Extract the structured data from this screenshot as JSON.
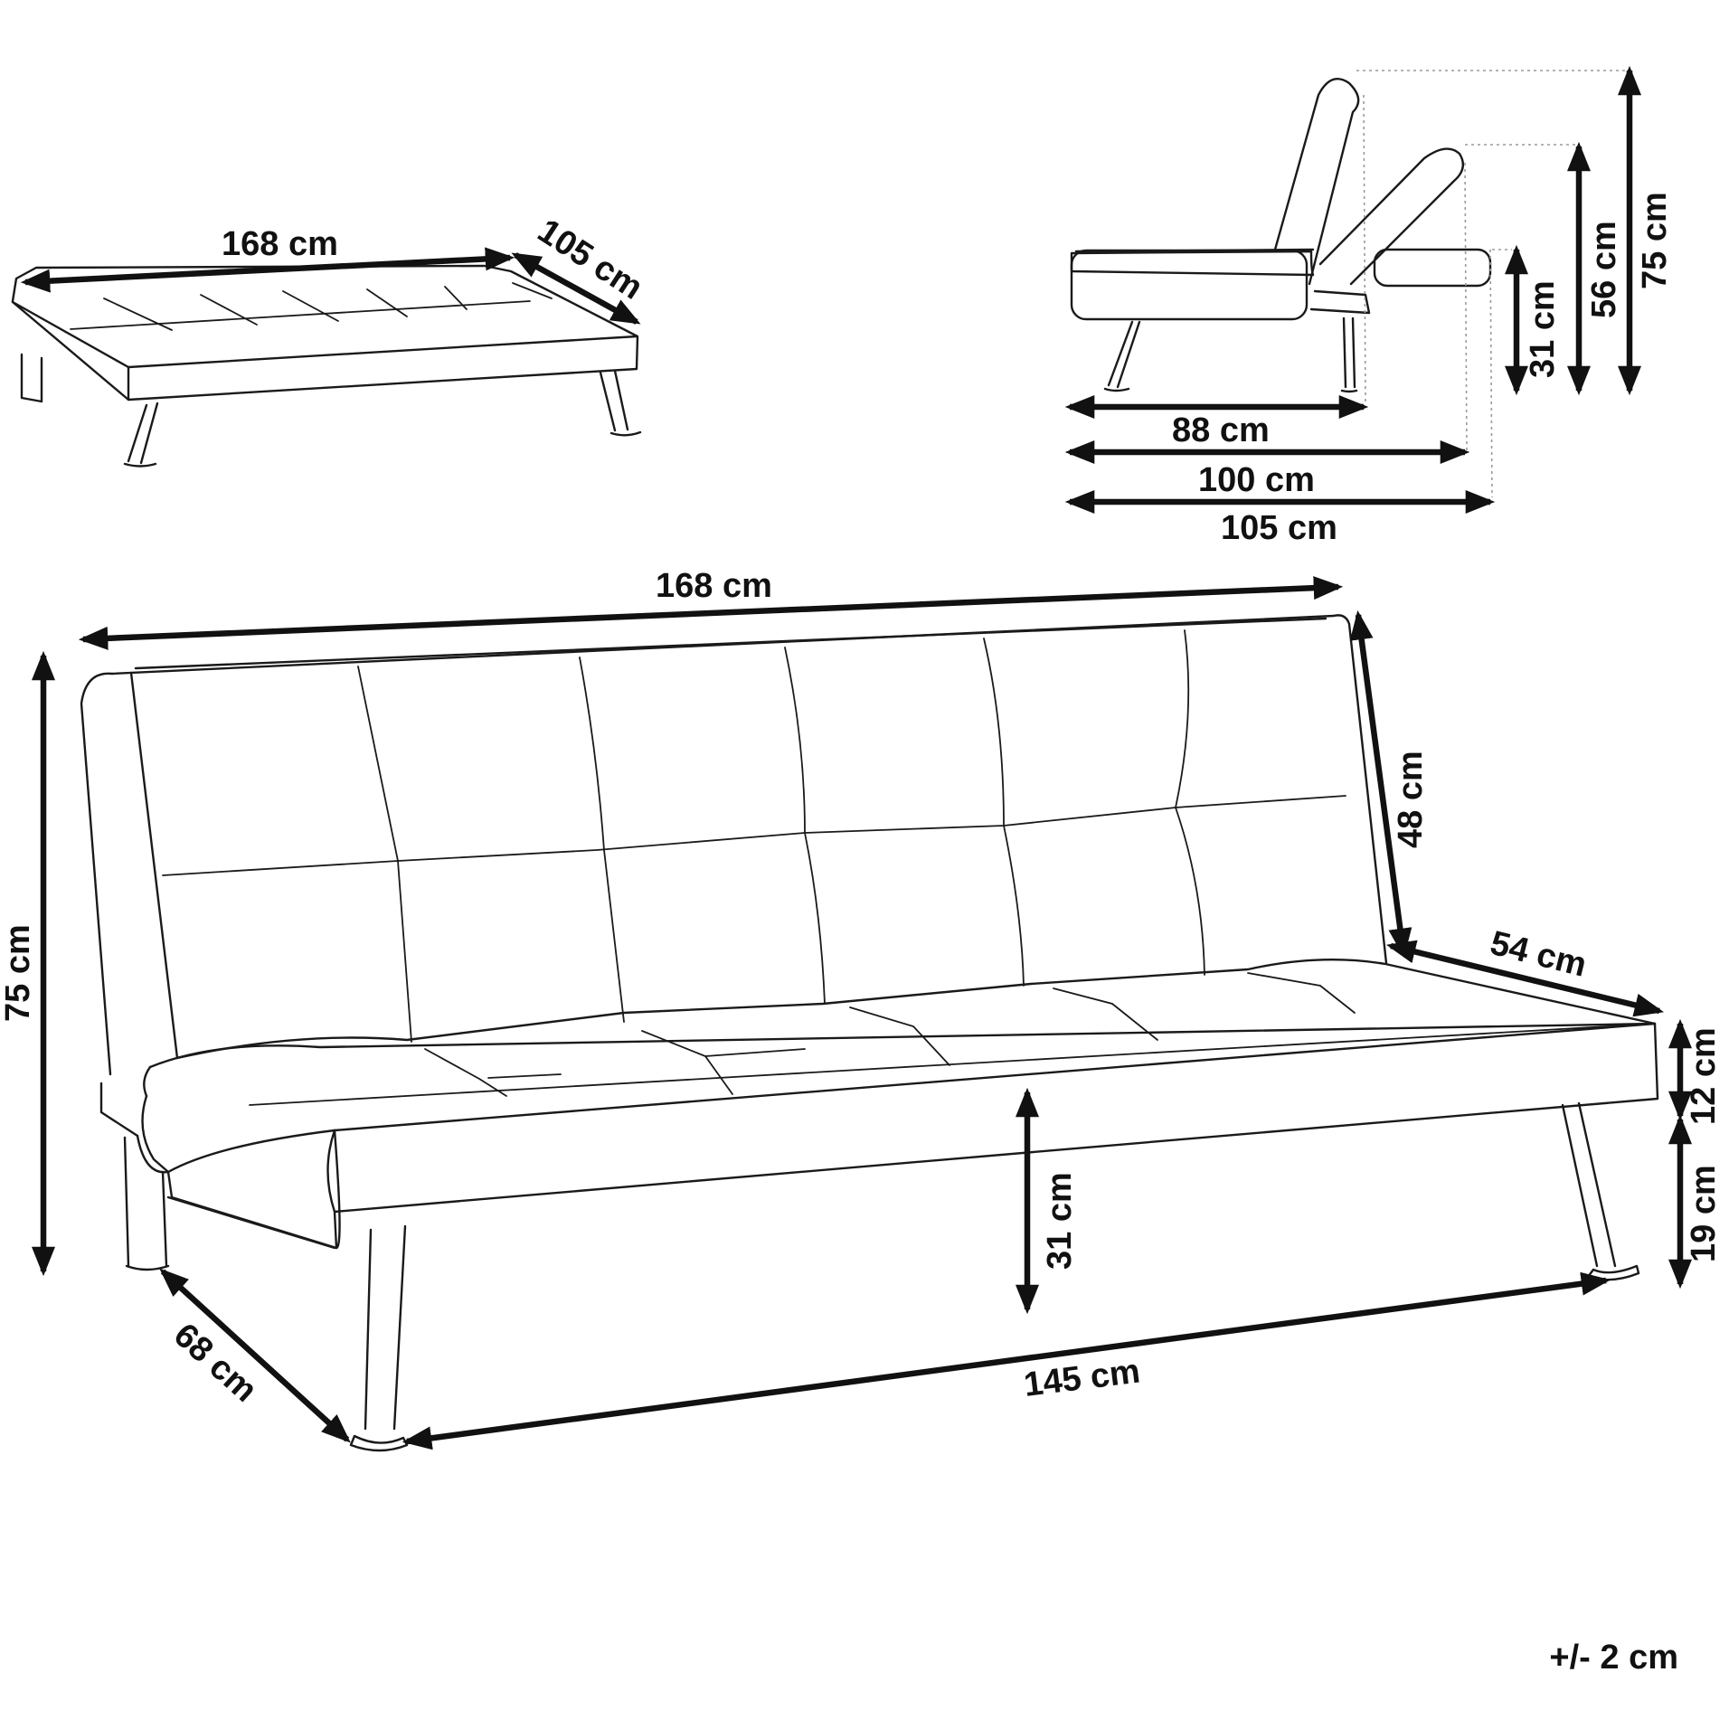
{
  "flat_view": {
    "width": "168 cm",
    "depth": "105 cm"
  },
  "side_view": {
    "height_upright": "75 cm",
    "height_reclined": "56 cm",
    "height_flat": "31 cm",
    "depth_upright": "88 cm",
    "depth_reclined": "100 cm",
    "depth_flat": "105 cm"
  },
  "front_view": {
    "width": "168 cm",
    "height": "75 cm",
    "back_height": "48 cm",
    "seat_depth": "54 cm",
    "seat_thickness": "12 cm",
    "leg_height": "19 cm",
    "seat_height": "31 cm",
    "depth": "68 cm",
    "leg_span": "145 cm"
  },
  "tolerance": "+/- 2 cm"
}
